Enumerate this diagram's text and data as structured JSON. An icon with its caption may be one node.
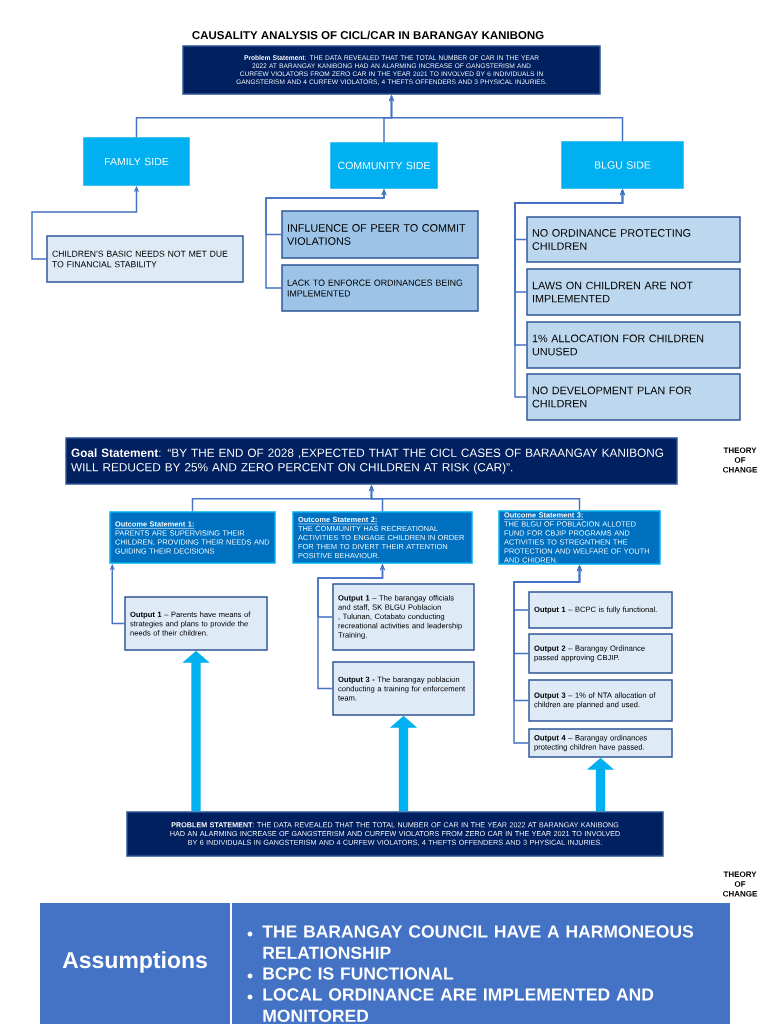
{
  "diagram": {
    "title": "CAUSALITY ANALYSIS OF CICL/CAR IN BARANGAY KANIBONG",
    "nodes": [
      {
        "text": [
          "**Problem Statement**: THE DATA REVEALED THAT THE TOTAL NUMBER OF CAR IN THE YEAR 2022 AT BARANGAY KANIBONG HAD AN ALARMING INCREASE OF GANGSTERISM AND CURFEW VIOLATORS FROM ZERO CAR IN THE YEAR 2021 TO INVOLVED BY 6 INDIVIDUALS IN GANGSTERISM AND 4 CURFEW VIOLATORS, 4 THEFTS OFFENDERS AND 3 PHYSICAL INJURIES."
        ]
      },
      {
        "text": [
          "FAMILY SIDE"
        ]
      },
      {
        "text": [
          "COMMUNITY SIDE"
        ]
      },
      {
        "text": [
          "BLGU SIDE"
        ]
      },
      {
        "text": [
          "CHILDREN’S BASIC NEEDS NOT MET DUE TO FINANCIAL STABILITY"
        ]
      },
      {
        "text": [
          "INFLUENCE OF PEER TO COMMIT VIOLATIONS"
        ]
      },
      {
        "text": [
          "LACK TO ENFORCE ORDINANCES BEING IMPLEMENTED"
        ]
      },
      {
        "text": [
          "NO ORDINANCE PROTECTING CHILDREN"
        ]
      },
      {
        "text": [
          "LAWS ON CHILDREN ARE NOT IMPLEMENTED"
        ]
      },
      {
        "text": [
          "1% ALLOCATION FOR CHILDREN UNUSED"
        ]
      },
      {
        "text": [
          "NO DEVELOPMENT PLAN FOR CHILDREN"
        ]
      },
      {
        "text": [
          "**Goal Statement**: “BY THE END OF 2028 ,EXPECTED THAT THE CICL CASES OF BARAANGAY KANIBONG WILL REDUCED BY 25% AND ZERO PERCENT ON CHILDREN AT RISK (CAR)”."
        ]
      },
      {
        "text": [
          "Outcome Statement 1:",
          "PARENTS ARE SUPERVISING THEIR CHILDREN, PROVIDING THEIR NEEDS AND GUIDING THEIR DECISIONS"
        ]
      },
      {
        "text": [
          "Outcome Statement 2:",
          "THE COMMUNITY HAS RECREATIONAL ACTIVITIES TO ENGAGE CHILDREN IN ORDER FOR THEM TO DIVERT THEIR ATTENTION POSITIVE BEHAVIOUR."
        ]
      },
      {
        "text": [
          "Outcome Statement 3:",
          "THE BLGU OF POBLACION ALLOTED FUND FOR CBJIP PROGRAMS AND ACTIVITIES TO STREGNTHEN THE PROTECTION AND WELFARE OF YOUTH AND CHIDREN."
        ]
      },
      {
        "text": [
          "**Output 1** – Parents have means of strategies and plans to provide the needs of their children."
        ]
      },
      {
        "text": [
          "**Output 1** – The barangay officials and staff, SK BLGU Poblacion , Tulunan, Cotabato conducting recreational activities and leadership Training."
        ]
      },
      {
        "text": [
          "**Output 3 -** The barangay poblacion conducting a training for enforcement team."
        ]
      },
      {
        "text": [
          "**Output 1** – BCPC is fully functional."
        ]
      },
      {
        "text": [
          "**Output 2** – Barangay Ordinance passed approving CBJIP."
        ]
      },
      {
        "text": [
          "**Output 3** – 1% of NTA allocation of children are planned and used."
        ]
      },
      {
        "text": [
          "**Output 4** – Barangay ordinances protecting children have passed."
        ]
      },
      {
        "text": [
          "**PROBLEM STATEMENT**: THE DATA REVEALED THAT THE TOTAL NUMBER OF CAR IN THE YEAR 2022 AT BARANGAY KANIBONG HAD AN ALARMING INCREASE OF GANGSTERISM AND CURFEW VIOLATORS FROM ZERO CAR IN THE YEAR 2021 TO INVOLVED BY 6 INDIVIDUALS IN GANGSTERISM AND 4 CURFEW VIOLATORS, 4 THEFTS OFFENDERS AND 3 PHYSICAL INJURIES."
        ]
      }
    ],
    "edges": [
      {
        "from": 1,
        "to": 0,
        "arrow": "to"
      },
      {
        "from": 2,
        "to": 0,
        "arrow": "to"
      },
      {
        "from": 3,
        "to": 0,
        "arrow": "to"
      },
      {
        "from": 4,
        "to": 1,
        "arrow": "to"
      },
      {
        "from": 5,
        "to": 2,
        "arrow": "to"
      },
      {
        "from": 6,
        "to": 2,
        "arrow": "to"
      },
      {
        "from": 7,
        "to": 3,
        "arrow": "to"
      },
      {
        "from": 8,
        "to": 3,
        "arrow": "to"
      },
      {
        "from": 9,
        "to": 3,
        "arrow": "to"
      },
      {
        "from": 10,
        "to": 3,
        "arrow": "to"
      },
      {
        "from": 12,
        "to": 11,
        "arrow": "to"
      },
      {
        "from": 13,
        "to": 11,
        "arrow": "to"
      },
      {
        "from": 14,
        "to": 11,
        "arrow": "to"
      },
      {
        "from": 15,
        "to": 12,
        "arrow": "to"
      },
      {
        "from": 16,
        "to": 13,
        "arrow": "to"
      },
      {
        "from": 17,
        "to": 13,
        "arrow": "to"
      },
      {
        "from": 18,
        "to": 14,
        "arrow": "to"
      },
      {
        "from": 19,
        "to": 14,
        "arrow": "to"
      },
      {
        "from": 20,
        "to": 14,
        "arrow": "to"
      },
      {
        "from": 21,
        "to": 14,
        "arrow": "to"
      },
      {
        "from": 22,
        "to": 15,
        "arrow": "to",
        "style": "thick",
        "color": "#00b0f0"
      },
      {
        "from": 22,
        "to": 17,
        "arrow": "to",
        "style": "thick",
        "color": "#00b0f0"
      },
      {
        "from": 22,
        "to": 21,
        "arrow": "to",
        "style": "thick",
        "color": "#00b0f0"
      }
    ],
    "labels": [
      "THEORY OF CHANGE",
      "THEORY OF CHANGE",
      "Assumptions",
      "THE BARANGAY COUNCIL HAVE A HARMONEOUS RELATIONSHIP",
      "BCPC IS FUNCTIONAL",
      "LOCAL ORDINANCE ARE IMPLEMENTED AND MONITORED"
    ]
  }
}
